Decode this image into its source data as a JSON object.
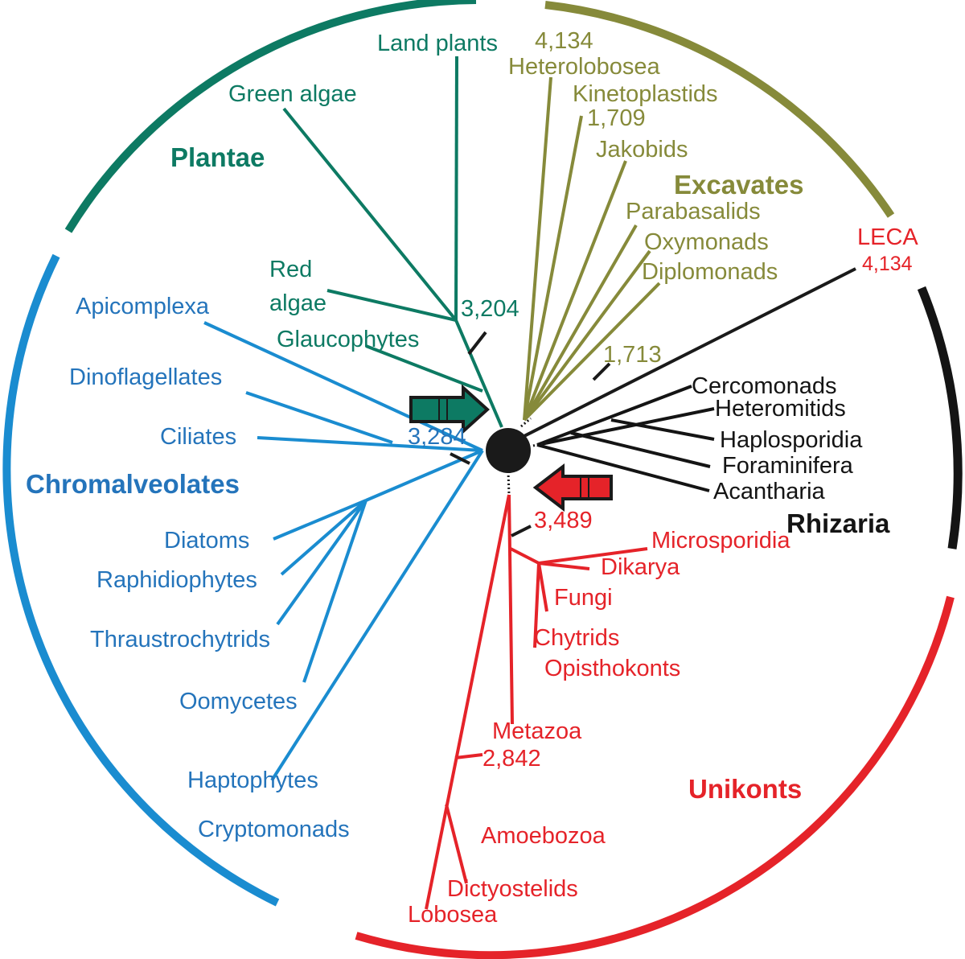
{
  "colors": {
    "plantae": "#0d7a63",
    "excavates": "#868a3a",
    "chromalveolates": "#1a8cd0",
    "chromalveolates_text": "#2474bb",
    "rhizaria": "#141414",
    "unikonts": "#e52329",
    "root": "#1a1a1a",
    "background": "#ffffff"
  },
  "groups": {
    "plantae": "Plantae",
    "excavates": "Excavates",
    "chromalveolates": "Chromalveolates",
    "rhizaria": "Rhizaria",
    "unikonts": "Unikonts"
  },
  "leca": {
    "label": "LECA",
    "count": "4,134"
  },
  "plantae_taxa": {
    "land_plants": "Land plants",
    "green_algae": "Green algae",
    "red_algae_line1": "Red",
    "red_algae_line2": "algae",
    "glaucophytes": "Glaucophytes",
    "node_count": "3,204"
  },
  "excavates_taxa": {
    "count_top": "4,134",
    "heterolobosea": "Heterolobosea",
    "kinetoplastids": "Kinetoplastids",
    "count_kineto": "1,709",
    "jakobids": "Jakobids",
    "parabasalids": "Parabasalids",
    "oxymonads": "Oxymonads",
    "diplomonads": "Diplomonads",
    "node_count": "1,713"
  },
  "chromalveolates_taxa": {
    "apicomplexa": "Apicomplexa",
    "dinoflagellates": "Dinoflagellates",
    "ciliates": "Ciliates",
    "node_count": "3,284",
    "diatoms": "Diatoms",
    "raphidiophytes": "Raphidiophytes",
    "thraustrochytrids": "Thraustrochytrids",
    "oomycetes": "Oomycetes",
    "haptophytes": "Haptophytes",
    "cryptomonads": "Cryptomonads"
  },
  "rhizaria_taxa": {
    "cercomonads": "Cercomonads",
    "heteromitids": "Heteromitids",
    "haplosporidia": "Haplosporidia",
    "foraminifera": "Foraminifera",
    "acantharia": "Acantharia"
  },
  "unikonts_taxa": {
    "node_count": "3,489",
    "microsporidia": "Microsporidia",
    "dikarya": "Dikarya",
    "fungi": "Fungi",
    "chytrids": "Chytrids",
    "opisthokonts": "Opisthokonts",
    "metazoa": "Metazoa",
    "metazoa_count": "2,842",
    "amoebozoa": "Amoebozoa",
    "dictyostelids": "Dictyostelids",
    "lobosea": "Lobosea"
  }
}
